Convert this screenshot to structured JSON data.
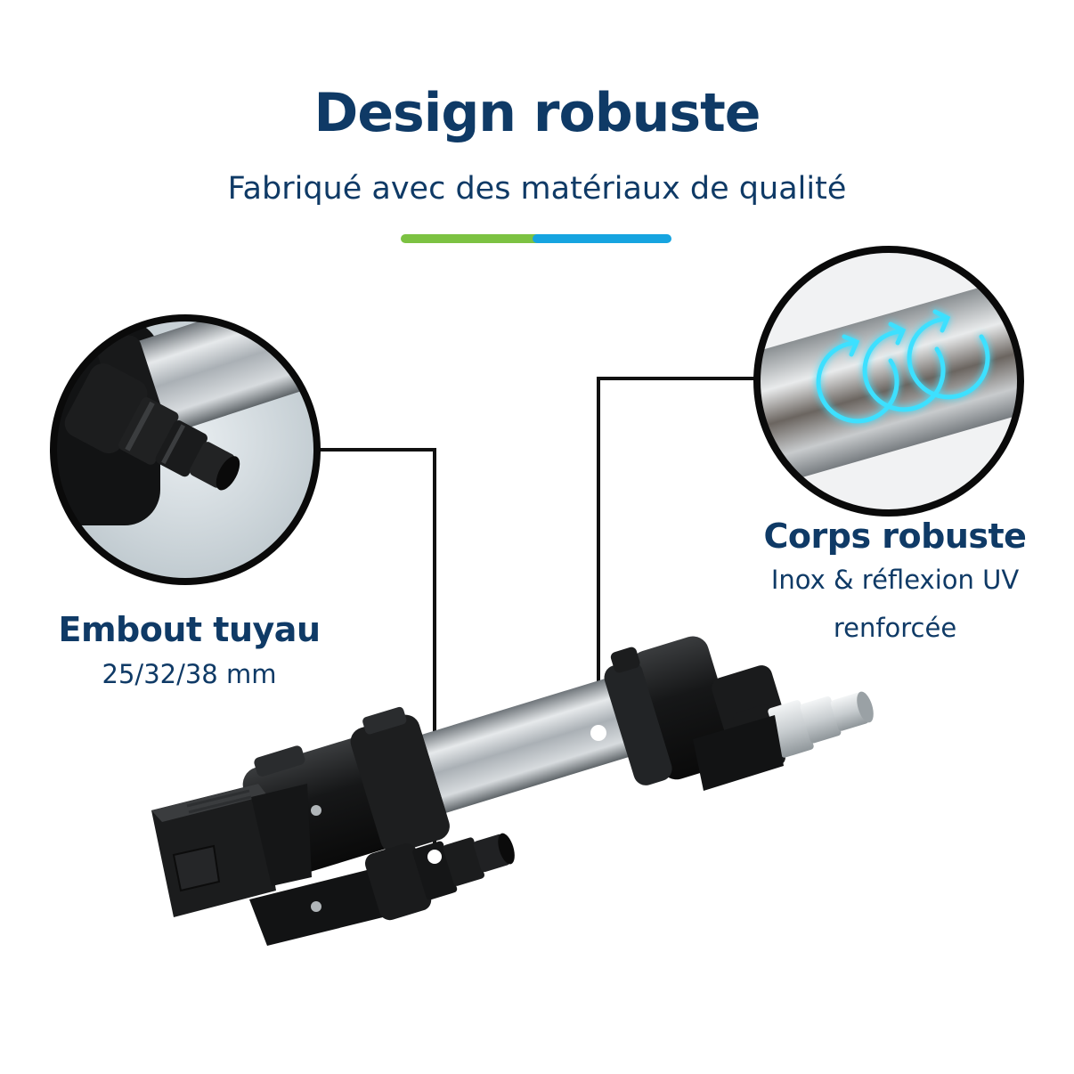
{
  "header": {
    "title": "Design robuste",
    "subtitle": "Fabriqué avec des matériaux de qualité"
  },
  "callouts": {
    "left": {
      "title": "Embout tuyau",
      "subtitle": "25/32/38 mm"
    },
    "right": {
      "title": "Corps robuste",
      "subtitle_line1": "Inox & réflexion UV",
      "subtitle_line2": "renforcée"
    }
  },
  "colors": {
    "navy": "#0f3a66",
    "divider_green": "#7cc242",
    "divider_blue": "#16a4e0",
    "glow_cyan": "#3ee0ff",
    "body_black": "#161718",
    "steel": "#b9bec3"
  },
  "icons": [
    "zoom-circle-connector",
    "zoom-circle-steel",
    "circular-arrow-icon"
  ]
}
